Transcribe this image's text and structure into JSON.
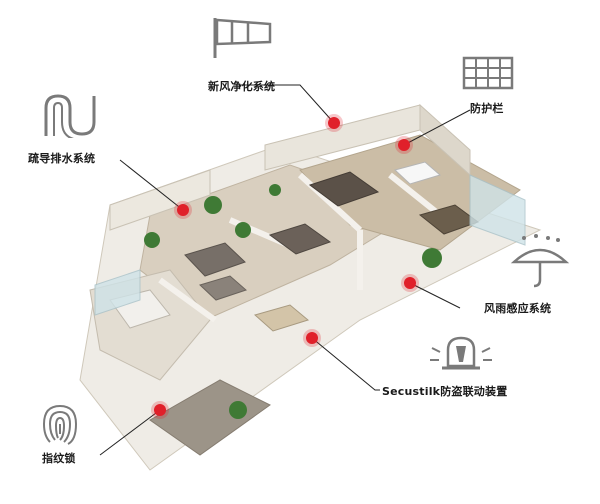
{
  "colors": {
    "hotspot": "#e0202a",
    "line": "#222222",
    "icon": "#7a7a7a",
    "wall": "#e9e5dc",
    "floor": "#d9cfbf"
  },
  "features": [
    {
      "id": "fresh-air",
      "label": "新风净化系统",
      "icon": "windsock-icon"
    },
    {
      "id": "guard-rail",
      "label": "防护栏",
      "icon": "gate-icon"
    },
    {
      "id": "drainage",
      "label": "疏导排水系统",
      "icon": "pipe-icon"
    },
    {
      "id": "rain-sensor",
      "label": "风雨感应系统",
      "icon": "umbrella-rain-icon"
    },
    {
      "id": "anti-theft",
      "label": "Secustilk防盗联动装置",
      "icon": "alarm-light-icon"
    },
    {
      "id": "fingerprint",
      "label": "指纹锁",
      "icon": "fingerprint-icon"
    }
  ]
}
